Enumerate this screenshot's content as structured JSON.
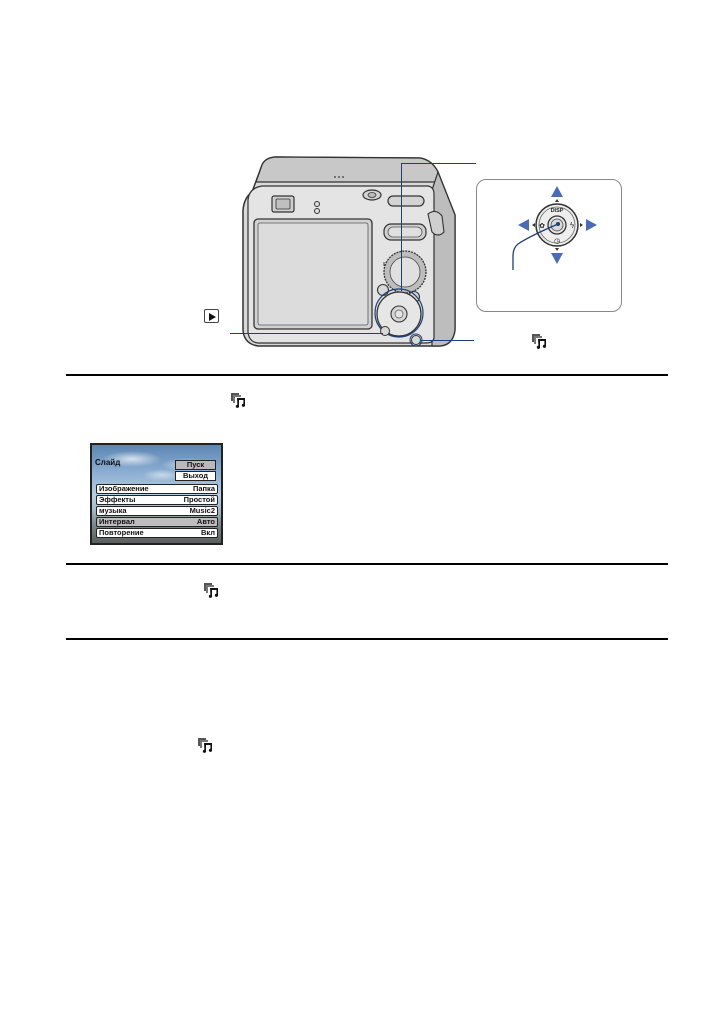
{
  "figure": {
    "camera_callouts": {
      "play_button_label_icon": "playback-icon",
      "control_button_label_icon": "slideshow-music-icon"
    },
    "control_inset": {
      "center_button": "center-button",
      "arrows": [
        "up",
        "down",
        "left",
        "right"
      ],
      "ring_labels": {
        "top": "DISP",
        "left": "macro-icon",
        "right": "flash-icon",
        "bottom": "self-timer-icon"
      }
    }
  },
  "steps": [
    {
      "icon": "slideshow-music-icon",
      "screen": {
        "title": "Слайд",
        "buttons": [
          {
            "label": "Пуск",
            "highlighted": true
          },
          {
            "label": "Выход",
            "highlighted": false
          }
        ],
        "settings": [
          {
            "label": "Изображение",
            "value": "Папка",
            "selected": false
          },
          {
            "label": "Эффекты",
            "value": "Простой",
            "selected": false
          },
          {
            "label": "музыка",
            "value": "Music2",
            "selected": false
          },
          {
            "label": "Интервал",
            "value": "Авто",
            "selected": true
          },
          {
            "label": "Повторение",
            "value": "Вкл",
            "selected": false
          }
        ]
      }
    },
    {
      "icon": "slideshow-music-icon"
    }
  ],
  "notes": [
    {
      "icon": "slideshow-music-icon"
    }
  ],
  "colors": {
    "callout_line": "#1f3f7a",
    "arrow_blue": "#4a6cb5",
    "rule": "#000000",
    "screen_selected": "#bdbdbd"
  }
}
